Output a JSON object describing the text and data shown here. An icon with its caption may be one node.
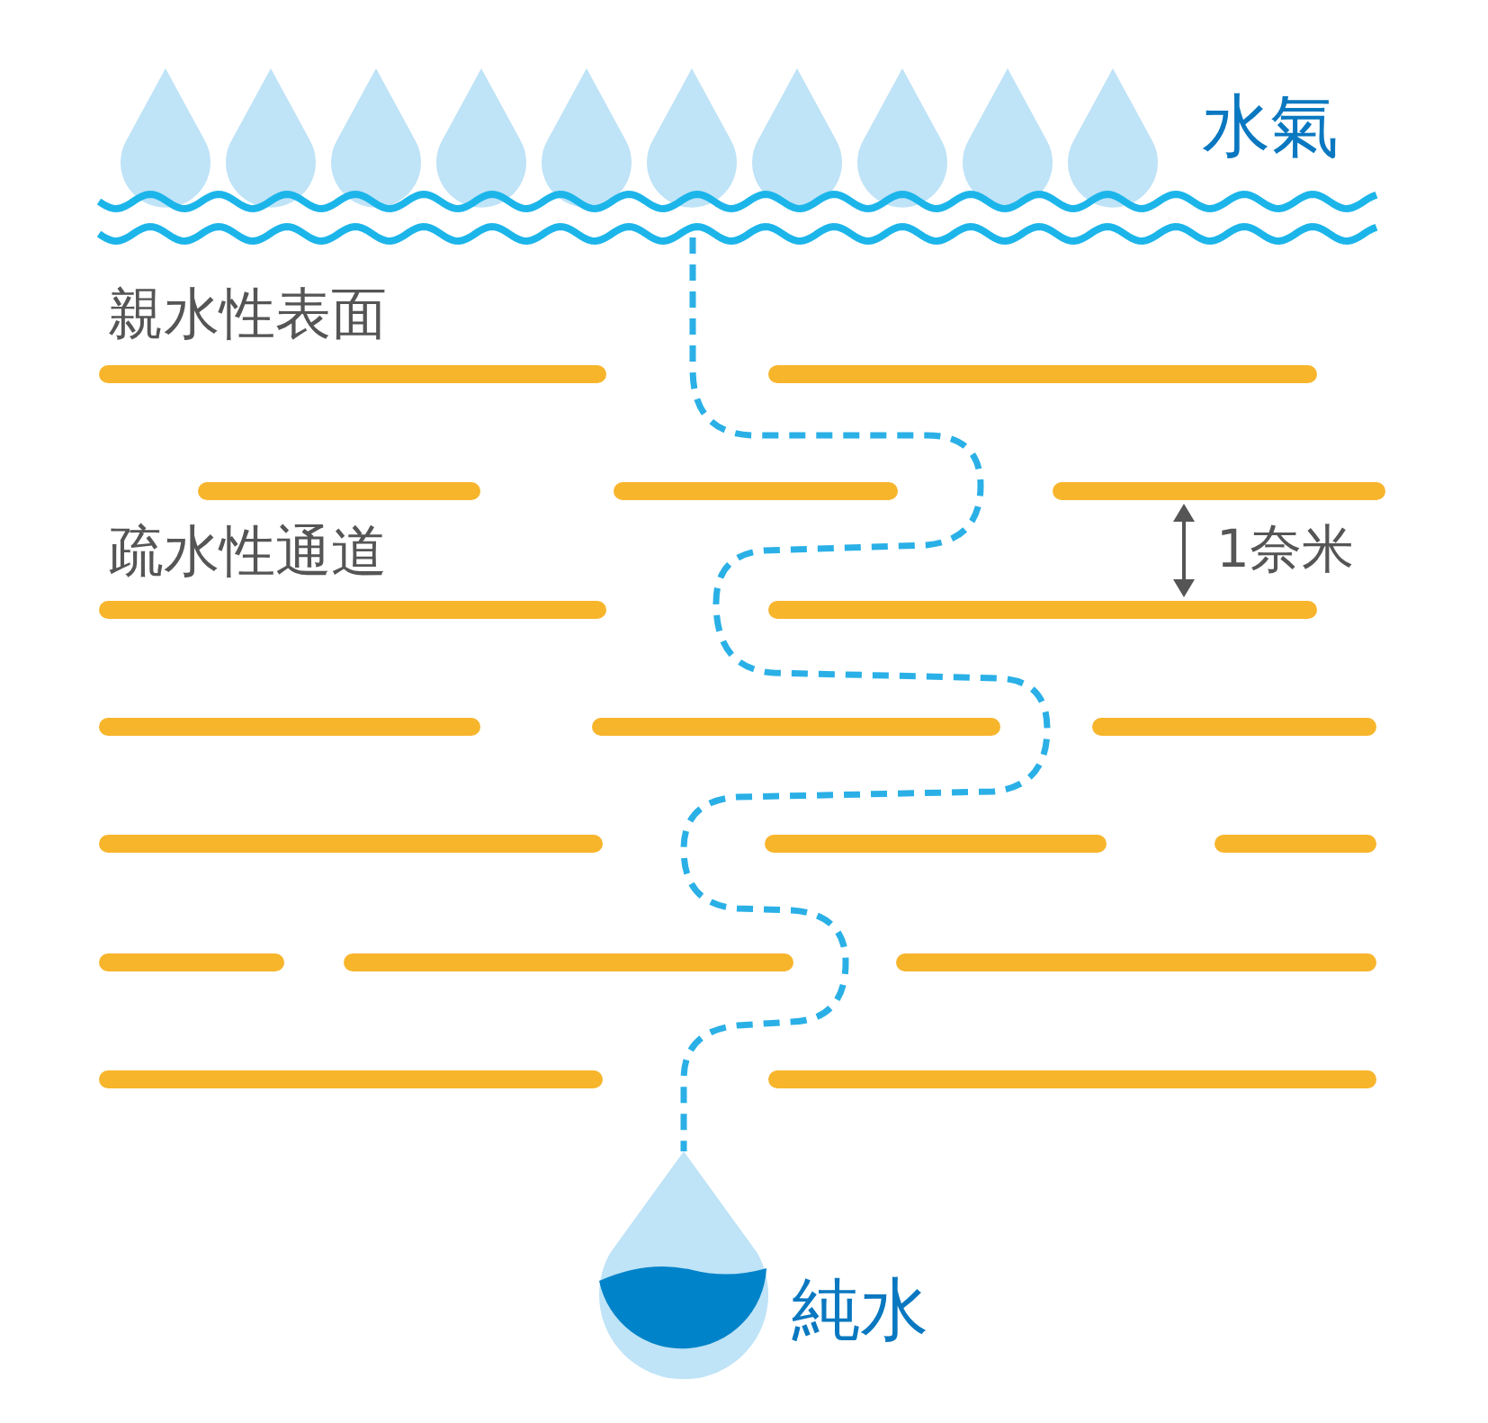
{
  "diagram": {
    "nodes": [
      {
        "text": [],
        "shape": "picture"
      },
      {
        "text": [],
        "shape": "picture",
        "beside": [
          "純水"
        ]
      }
    ],
    "edges": [
      {
        "from": 0,
        "to": 1,
        "arrow": "none",
        "style": "dashed"
      }
    ],
    "labels": [
      "水氣",
      "親水性表面",
      "疏水性通道",
      "1奈米"
    ]
  }
}
